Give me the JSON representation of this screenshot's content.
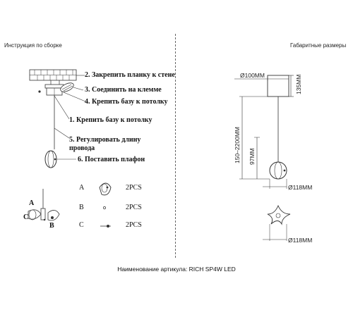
{
  "header": {
    "assembly_title": "Инструкция по сборке",
    "dimensions_title": "Габаритные размеры"
  },
  "steps": [
    "2. Закрепить планку к стене",
    "3. Соединить на клемме",
    "4. Крепить базу к потолку",
    "1. Крепить базу к потолку",
    "5. Регулировать длину",
    "провода",
    "6. Поставить плафон"
  ],
  "parts": [
    {
      "letter": "A",
      "qty": "2PCS"
    },
    {
      "letter": "B",
      "qty": "2PCS"
    },
    {
      "letter": "C",
      "qty": "2PCS"
    }
  ],
  "callouts": {
    "a": "A",
    "b": "B",
    "c": "C"
  },
  "dimensions": {
    "canopy_diameter": "Ø100MM",
    "canopy_height": "135MM",
    "wire_length": "150–2200MM",
    "shade_height": "97MM",
    "shade_diameter": "Ø118MM",
    "top_view_diameter": "Ø118MM"
  },
  "footer": {
    "article": "Наименование артикула: RICH SP4W LED"
  }
}
